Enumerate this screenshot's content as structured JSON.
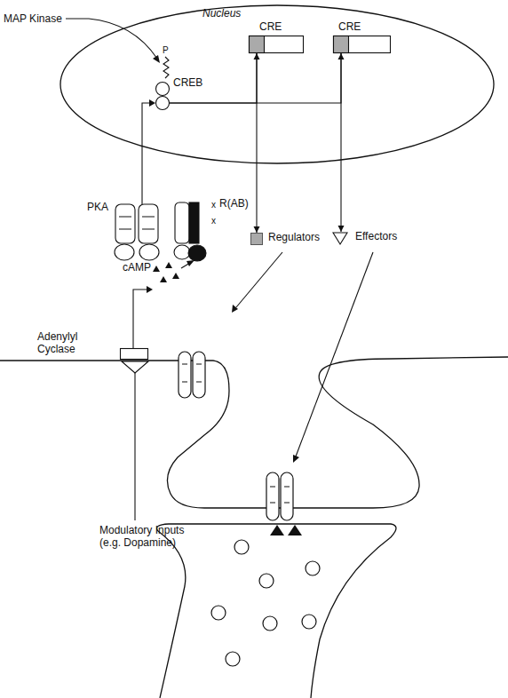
{
  "diagram": {
    "nodes": [
      {
        "text": [
          "Nucleus"
        ]
      },
      {
        "text": [
          "CREB"
        ],
        "in": 0
      },
      {
        "text": [
          "CRE"
        ],
        "in": 0
      },
      {
        "text": [
          "CRE"
        ],
        "in": 0
      },
      {
        "text": [
          "Regulators"
        ]
      },
      {
        "text": [
          "Effectors"
        ]
      },
      {
        "text": [
          "Adenylyl Cyclase"
        ]
      }
    ],
    "edges": [
      {
        "from": 1,
        "to": 2,
        "arrow": "to"
      },
      {
        "from": 1,
        "to": 3,
        "arrow": "to"
      },
      {
        "from": 2,
        "to": 4,
        "arrow": "to"
      },
      {
        "from": 3,
        "to": 5,
        "arrow": "to"
      }
    ],
    "labels": [
      "MAP Kinase",
      "P",
      "PKA",
      "x",
      "R(AB)",
      "x",
      "cAMP",
      "Modulatory Inputs (e.g. Dopamine)"
    ]
  }
}
